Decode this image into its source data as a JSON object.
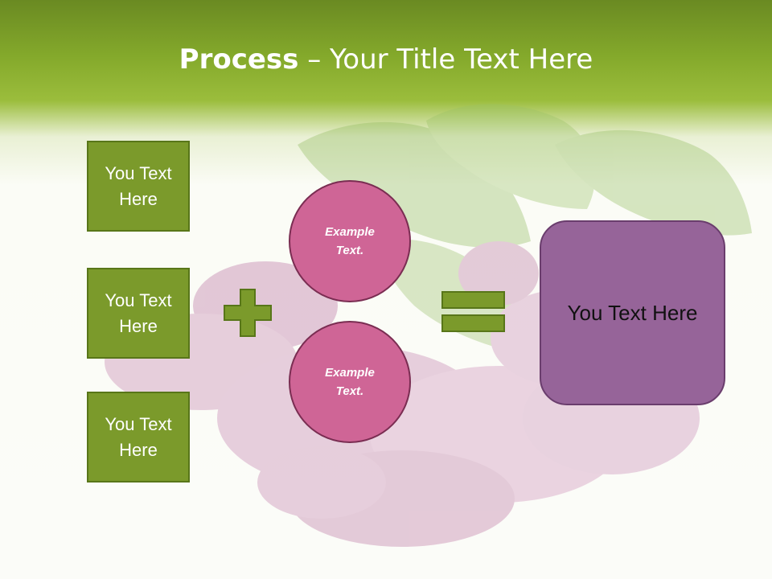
{
  "slide": {
    "title_bold": "Process",
    "title_separator": " – ",
    "title_rest": "Your Title Text Here"
  },
  "inputs": [
    {
      "label": "You Text Here"
    },
    {
      "label": "You Text Here"
    },
    {
      "label": "You Text Here"
    }
  ],
  "circles": [
    {
      "label": "Example Text."
    },
    {
      "label": "Example Text."
    }
  ],
  "result": {
    "label": "You Text Here"
  },
  "colors": {
    "header_green": "#84a92b",
    "box_green": "#7b9a2b",
    "circle_pink": "#cf6596",
    "result_purple": "#966499"
  }
}
